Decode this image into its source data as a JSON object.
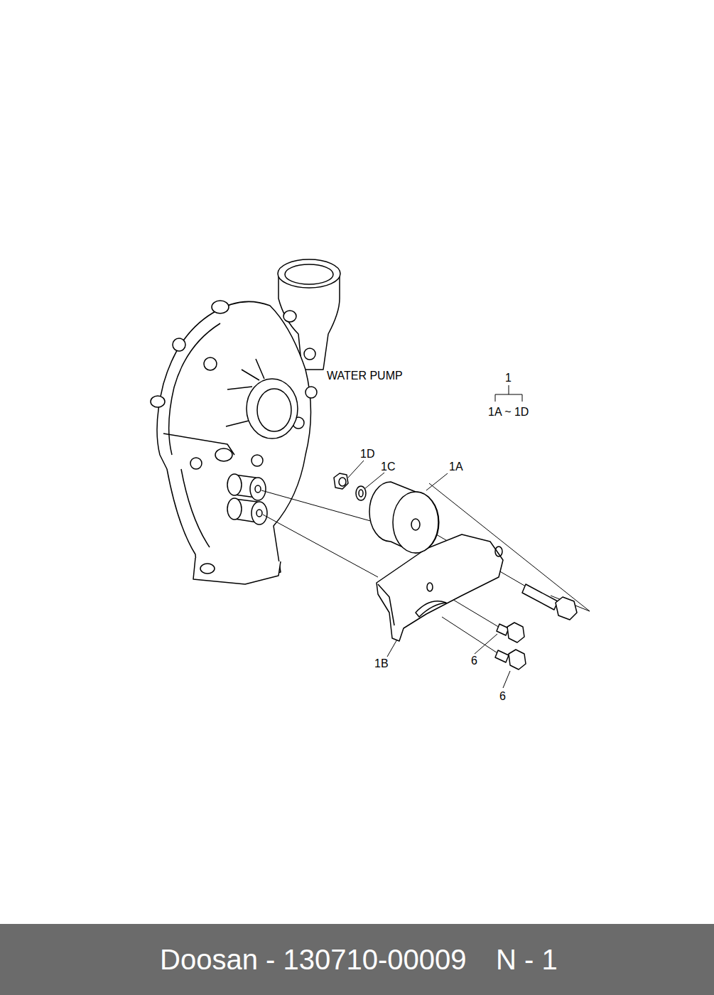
{
  "diagram": {
    "nodes": [
      {
        "text": [
          "Doosan - 130710-00009",
          "N - 1"
        ]
      }
    ],
    "labels": [
      "WATER PUMP",
      "1",
      "1A ~ 1D",
      "1D",
      "1C",
      "1A",
      "1B",
      "6",
      "6"
    ]
  }
}
